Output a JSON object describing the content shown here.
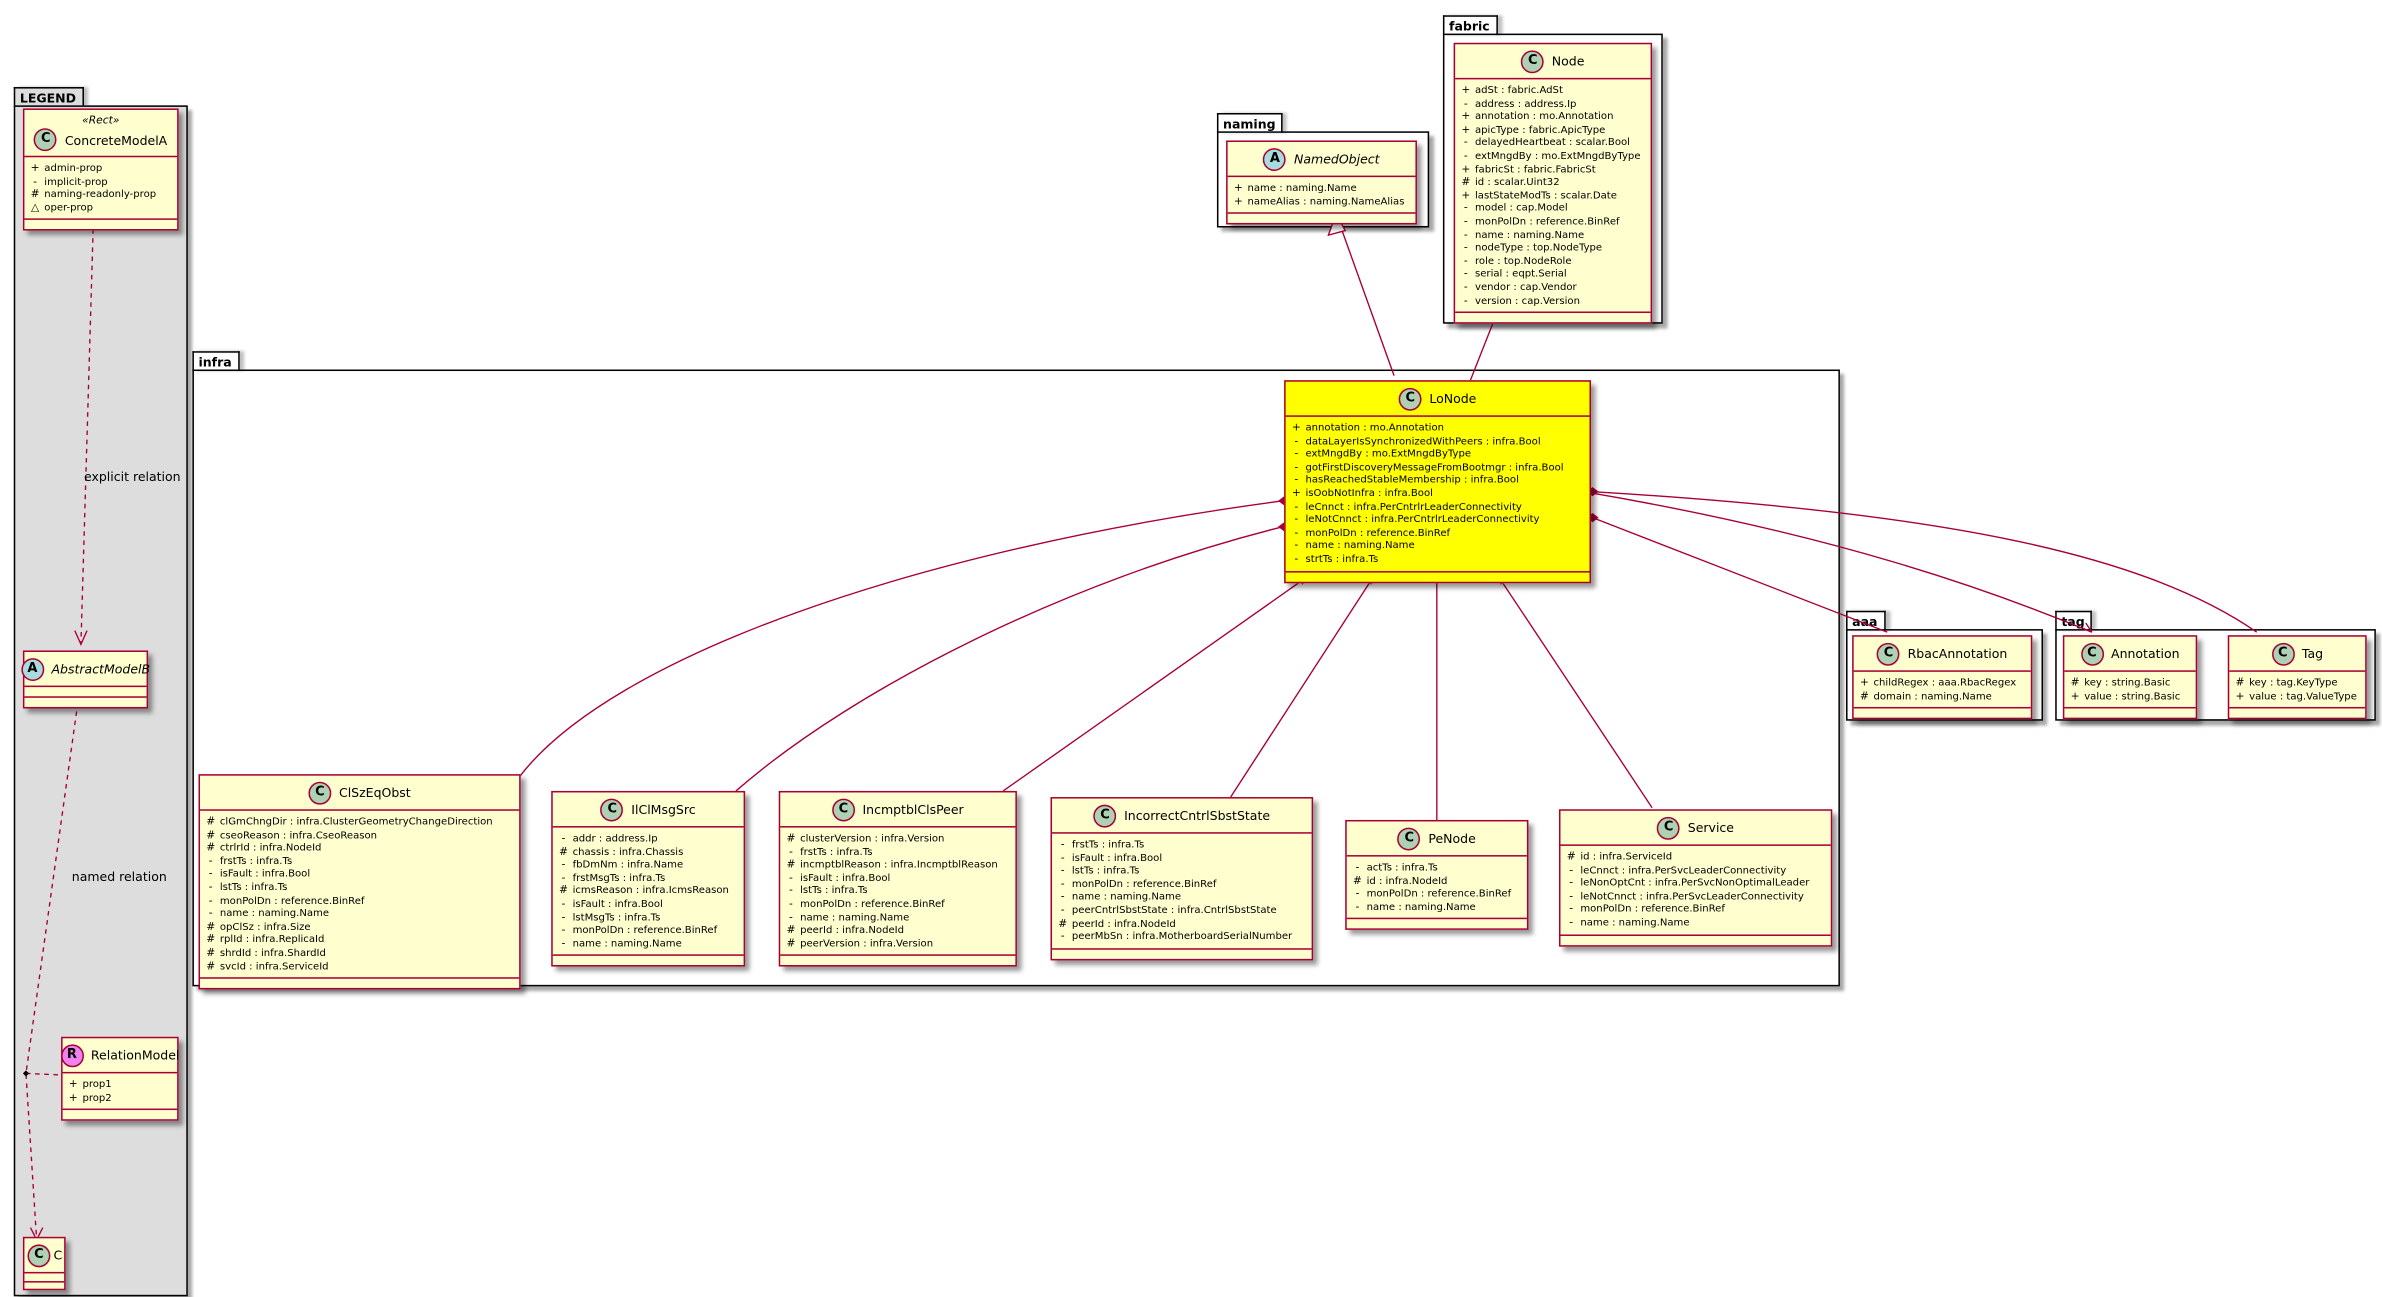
{
  "legend": {
    "package": "LEGEND",
    "concrete": {
      "stereotype": "«Rect»",
      "name": "ConcreteModelA",
      "attrs": [
        [
          "+",
          "admin-prop"
        ],
        [
          "-",
          "implicit-prop"
        ],
        [
          "#",
          "naming-readonly-prop"
        ],
        [
          "~",
          "oper-prop"
        ]
      ]
    },
    "abstract": {
      "name": "AbstractModelB"
    },
    "relation": {
      "name": "RelationModel",
      "attrs": [
        [
          "+",
          "prop1"
        ],
        [
          "+",
          "prop2"
        ]
      ]
    },
    "c": {
      "name": "C"
    },
    "explicit_label": "explicit relation",
    "named_label": "named relation"
  },
  "naming": {
    "package": "naming",
    "named_object": {
      "name": "NamedObject",
      "attrs": [
        [
          "+",
          "name : naming.Name"
        ],
        [
          "+",
          "nameAlias : naming.NameAlias"
        ]
      ]
    }
  },
  "fabric": {
    "package": "fabric",
    "node": {
      "name": "Node",
      "attrs": [
        [
          "+",
          "adSt : fabric.AdSt"
        ],
        [
          "-",
          "address : address.Ip"
        ],
        [
          "+",
          "annotation : mo.Annotation"
        ],
        [
          "+",
          "apicType : fabric.ApicType"
        ],
        [
          "-",
          "delayedHeartbeat : scalar.Bool"
        ],
        [
          "-",
          "extMngdBy : mo.ExtMngdByType"
        ],
        [
          "+",
          "fabricSt : fabric.FabricSt"
        ],
        [
          "#",
          "id : scalar.Uint32"
        ],
        [
          "+",
          "lastStateModTs : scalar.Date"
        ],
        [
          "-",
          "model : cap.Model"
        ],
        [
          "-",
          "monPolDn : reference.BinRef"
        ],
        [
          "-",
          "name : naming.Name"
        ],
        [
          "-",
          "nodeType : top.NodeType"
        ],
        [
          "-",
          "role : top.NodeRole"
        ],
        [
          "-",
          "serial : eqpt.Serial"
        ],
        [
          "-",
          "vendor : cap.Vendor"
        ],
        [
          "-",
          "version : cap.Version"
        ]
      ]
    }
  },
  "infra": {
    "package": "infra",
    "lonode": {
      "name": "LoNode",
      "attrs": [
        [
          "+",
          "annotation : mo.Annotation"
        ],
        [
          "-",
          "dataLayerIsSynchronizedWithPeers : infra.Bool"
        ],
        [
          "-",
          "extMngdBy : mo.ExtMngdByType"
        ],
        [
          "-",
          "gotFirstDiscoveryMessageFromBootmgr : infra.Bool"
        ],
        [
          "-",
          "hasReachedStableMembership : infra.Bool"
        ],
        [
          "+",
          "isOobNotInfra : infra.Bool"
        ],
        [
          "-",
          "leCnnct : infra.PerCntrlrLeaderConnectivity"
        ],
        [
          "-",
          "leNotCnnct : infra.PerCntrlrLeaderConnectivity"
        ],
        [
          "-",
          "monPolDn : reference.BinRef"
        ],
        [
          "-",
          "name : naming.Name"
        ],
        [
          "-",
          "strtTs : infra.Ts"
        ]
      ]
    },
    "clszeqobst": {
      "name": "ClSzEqObst",
      "attrs": [
        [
          "#",
          "clGmChngDir : infra.ClusterGeometryChangeDirection"
        ],
        [
          "#",
          "cseoReason : infra.CseoReason"
        ],
        [
          "#",
          "ctrlrId : infra.NodeId"
        ],
        [
          "-",
          "frstTs : infra.Ts"
        ],
        [
          "-",
          "isFault : infra.Bool"
        ],
        [
          "-",
          "lstTs : infra.Ts"
        ],
        [
          "-",
          "monPolDn : reference.BinRef"
        ],
        [
          "-",
          "name : naming.Name"
        ],
        [
          "#",
          "opClSz : infra.Size"
        ],
        [
          "#",
          "rplId : infra.ReplicaId"
        ],
        [
          "#",
          "shrdId : infra.ShardId"
        ],
        [
          "#",
          "svcId : infra.ServiceId"
        ]
      ]
    },
    "ilclmsgsrc": {
      "name": "IlClMsgSrc",
      "attrs": [
        [
          "-",
          "addr : address.Ip"
        ],
        [
          "#",
          "chassis : infra.Chassis"
        ],
        [
          "-",
          "fbDmNm : infra.Name"
        ],
        [
          "-",
          "frstMsgTs : infra.Ts"
        ],
        [
          "#",
          "icmsReason : infra.IcmsReason"
        ],
        [
          "-",
          "isFault : infra.Bool"
        ],
        [
          "-",
          "lstMsgTs : infra.Ts"
        ],
        [
          "-",
          "monPolDn : reference.BinRef"
        ],
        [
          "-",
          "name : naming.Name"
        ]
      ]
    },
    "incmptblclspeer": {
      "name": "IncmptblClsPeer",
      "attrs": [
        [
          "#",
          "clusterVersion : infra.Version"
        ],
        [
          "-",
          "frstTs : infra.Ts"
        ],
        [
          "#",
          "incmptblReason : infra.IncmptblReason"
        ],
        [
          "-",
          "isFault : infra.Bool"
        ],
        [
          "-",
          "lstTs : infra.Ts"
        ],
        [
          "-",
          "monPolDn : reference.BinRef"
        ],
        [
          "-",
          "name : naming.Name"
        ],
        [
          "#",
          "peerId : infra.NodeId"
        ],
        [
          "#",
          "peerVersion : infra.Version"
        ]
      ]
    },
    "incorrect": {
      "name": "IncorrectCntrlSbstState",
      "attrs": [
        [
          "-",
          "frstTs : infra.Ts"
        ],
        [
          "-",
          "isFault : infra.Bool"
        ],
        [
          "-",
          "lstTs : infra.Ts"
        ],
        [
          "-",
          "monPolDn : reference.BinRef"
        ],
        [
          "-",
          "name : naming.Name"
        ],
        [
          "-",
          "peerCntrlSbstState : infra.CntrlSbstState"
        ],
        [
          "#",
          "peerId : infra.NodeId"
        ],
        [
          "-",
          "peerMbSn : infra.MotherboardSerialNumber"
        ]
      ]
    },
    "penode": {
      "name": "PeNode",
      "attrs": [
        [
          "-",
          "actTs : infra.Ts"
        ],
        [
          "#",
          "id : infra.NodeId"
        ],
        [
          "-",
          "monPolDn : reference.BinRef"
        ],
        [
          "-",
          "name : naming.Name"
        ]
      ]
    },
    "service": {
      "name": "Service",
      "attrs": [
        [
          "#",
          "id : infra.ServiceId"
        ],
        [
          "-",
          "leCnnct : infra.PerSvcLeaderConnectivity"
        ],
        [
          "-",
          "leNonOptCnt : infra.PerSvcNonOptimalLeader"
        ],
        [
          "-",
          "leNotCnnct : infra.PerSvcLeaderConnectivity"
        ],
        [
          "-",
          "monPolDn : reference.BinRef"
        ],
        [
          "-",
          "name : naming.Name"
        ]
      ]
    }
  },
  "aaa": {
    "package": "aaa",
    "rbac": {
      "name": "RbacAnnotation",
      "attrs": [
        [
          "+",
          "childRegex : aaa.RbacRegex"
        ],
        [
          "#",
          "domain : naming.Name"
        ]
      ]
    }
  },
  "tag": {
    "package": "tag",
    "annotation": {
      "name": "Annotation",
      "attrs": [
        [
          "#",
          "key : string.Basic"
        ],
        [
          "+",
          "value : string.Basic"
        ]
      ]
    },
    "tag": {
      "name": "Tag",
      "attrs": [
        [
          "#",
          "key : tag.KeyType"
        ],
        [
          "+",
          "value : tag.ValueType"
        ]
      ]
    }
  },
  "colors": {
    "class_fill": "#fefece",
    "class_border": "#a80036",
    "highlight_fill": "#ffff00",
    "legend_fill": "#dddddd"
  }
}
